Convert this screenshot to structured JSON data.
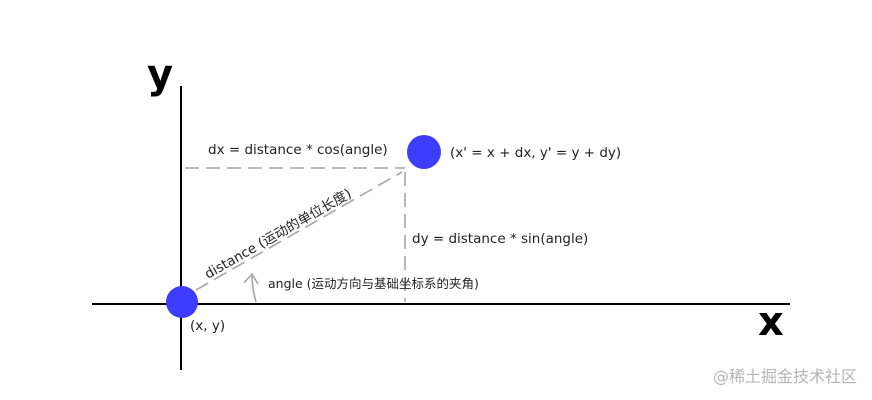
{
  "axes": {
    "x_label": "x",
    "y_label": "y"
  },
  "labels": {
    "dx_formula": "dx = distance * cos(angle)",
    "dy_formula": "dy = distance * sin(angle)",
    "distance": "distance (运动的单位长度)",
    "angle": "angle (运动方向与基础坐标系的夹角)",
    "origin_point": "(x, y)",
    "target_point": "(x' = x + dx, y' = y + dy)"
  },
  "watermark": "@稀土掘金技术社区",
  "colors": {
    "point": "#3d3dff",
    "axis": "#000000",
    "dashed": "#a6a6a6",
    "watermark": "#b5b5b5"
  }
}
